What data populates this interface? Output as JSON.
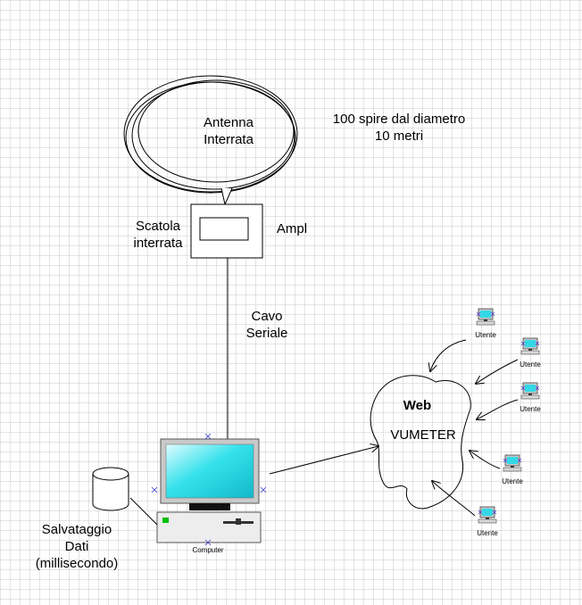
{
  "antenna": {
    "line1": "Antenna",
    "line2": "Interrata"
  },
  "coil_note": {
    "line1": "100 spire dal diametro",
    "line2": "10 metri"
  },
  "box": {
    "line1": "Scatola",
    "line2": "interrata",
    "ampl": "Ampl"
  },
  "cable": {
    "line1": "Cavo",
    "line2": "Seriale"
  },
  "storage": {
    "line1": "Salvataggio",
    "line2": "Dati",
    "line3": "(millisecondo)"
  },
  "computer": {
    "label": "Computer"
  },
  "web": {
    "title": "Web",
    "subtitle": "VUMETER"
  },
  "users": [
    "Utente",
    "Utente",
    "Utente",
    "Utente",
    "Utente"
  ],
  "colors": {
    "grid": "#c9c9c9",
    "screen": "#33e0ea",
    "led": "#00c000",
    "marker": "#3b3bd6"
  }
}
